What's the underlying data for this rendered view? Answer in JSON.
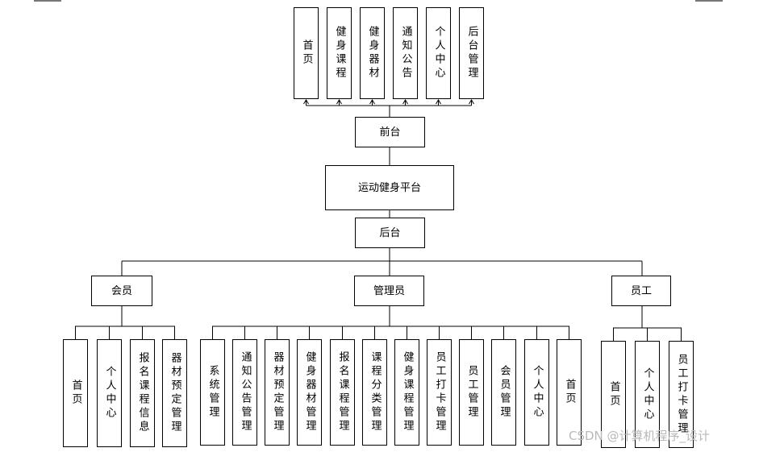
{
  "top_nodes": [
    "首页",
    "健身课程",
    "健身器材",
    "通知公告",
    "个人中心",
    "后台管理"
  ],
  "frontend": "前台",
  "platform": "运动健身平台",
  "backend": "后台",
  "roles": [
    {
      "name": "会员",
      "children": [
        "首页",
        "个人中心",
        "报名课程信息",
        "器材预定管理"
      ]
    },
    {
      "name": "管理员",
      "children": [
        "系统管理",
        "通知公告管理",
        "器材预定管理",
        "健身器材管理",
        "报名课程管理",
        "课程分类管理",
        "健身课程管理",
        "员工打卡管理",
        "员工管理",
        "会员管理",
        "个人中心",
        "首页"
      ]
    },
    {
      "name": "员工",
      "children": [
        "首页",
        "个人中心",
        "员工打卡管理"
      ]
    }
  ],
  "watermark": "CSDN @计算机程序_设计"
}
